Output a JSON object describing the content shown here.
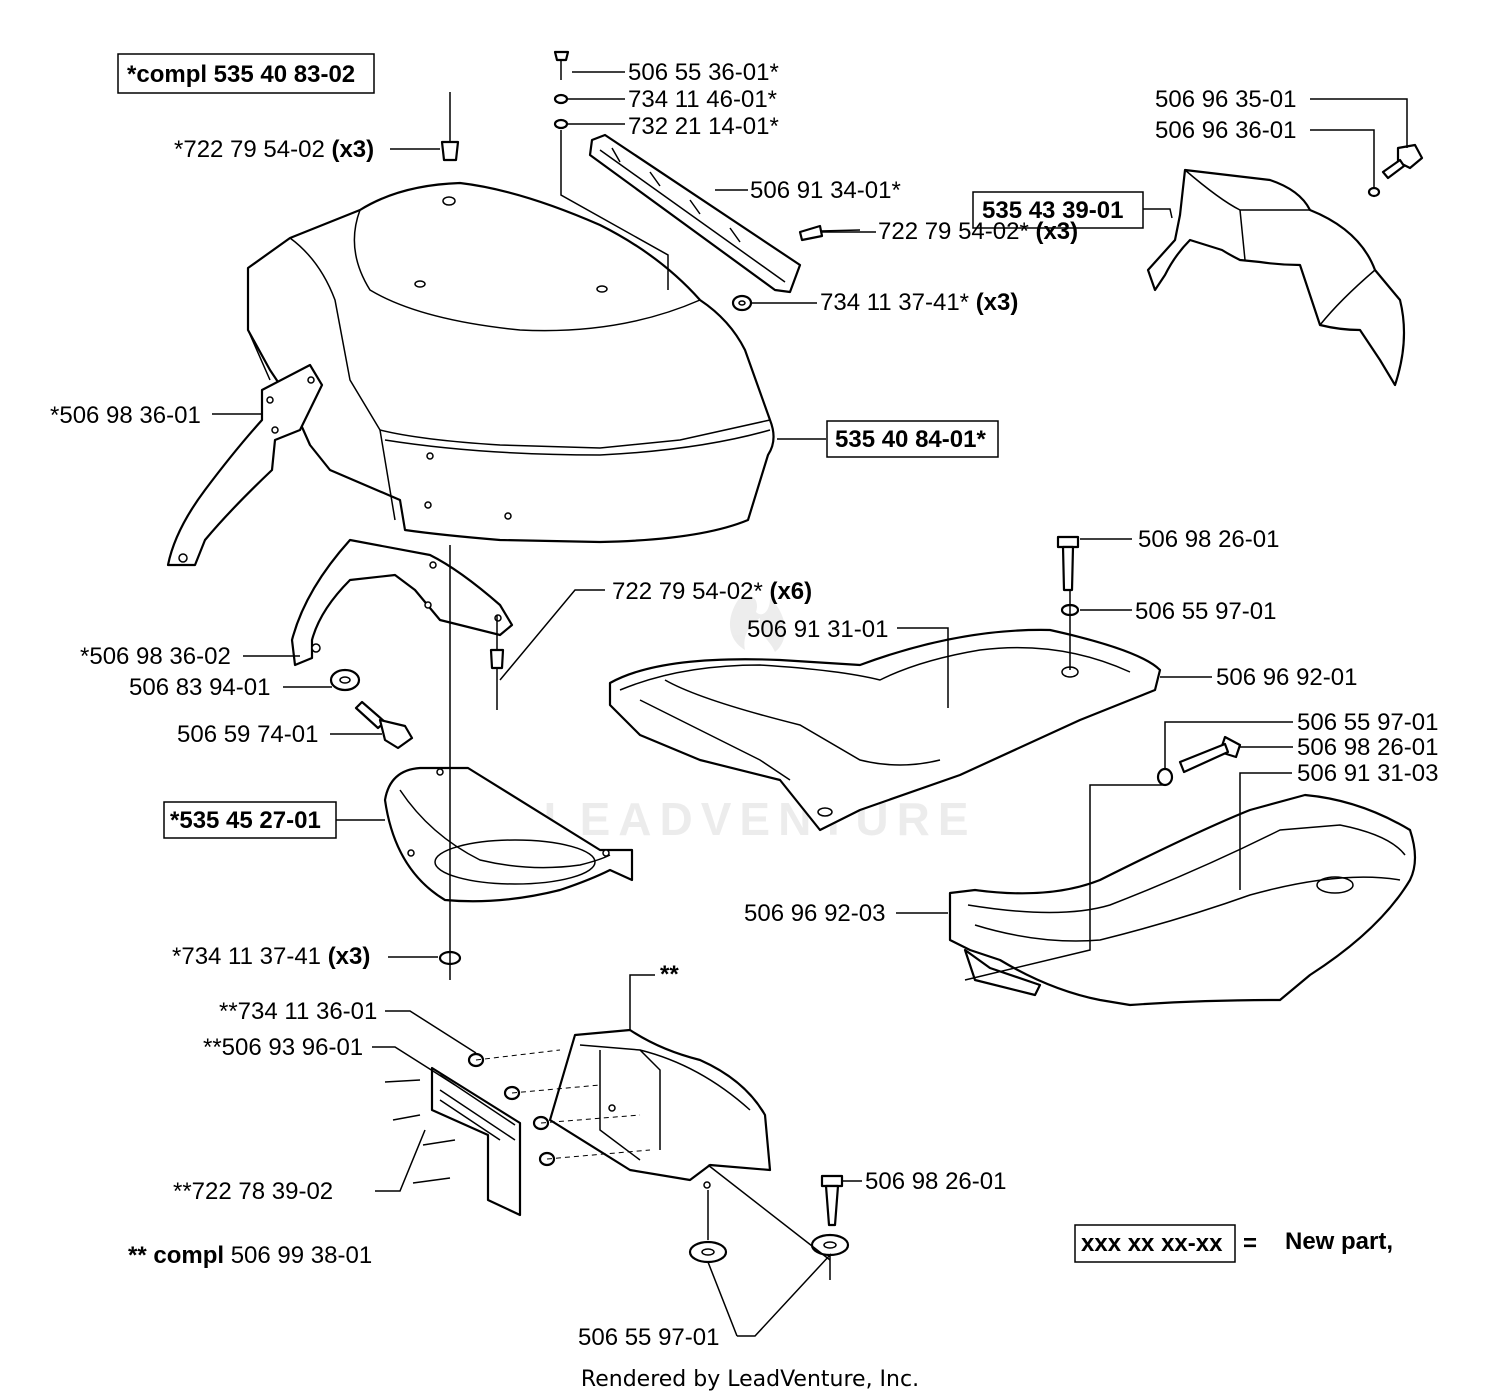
{
  "labels": {
    "compl_535_40_83_02": "*compl 535 40 83-02",
    "p722_79_54_02_x3_top": "*722 79 54-02",
    "x3_a": "(x3)",
    "p506_55_36_01": "506 55 36-01*",
    "p734_11_46_01": "734 11 46-01*",
    "p732_21_14_01": "732 21 14-01*",
    "p506_91_34_01": "506 91 34-01*",
    "p722_79_54_02_grille": "722 79 54-02*",
    "x3_b": "(x3)",
    "p734_11_37_41_top": "734 11 37-41*",
    "x3_c": "(x3)",
    "p506_96_35_01": "506 96 35-01",
    "p506_96_36_01": "506 96 36-01",
    "p535_43_39_01": "535 43 39-01",
    "p506_98_36_01": "*506 98 36-01",
    "p535_40_84_01": "535 40 84-01*",
    "p722_79_54_02_x6": "722 79 54-02*",
    "x6": "(x6)",
    "p506_98_26_01_a": "506 98 26-01",
    "p506_55_97_01_a": "506 55 97-01",
    "p506_91_31_01": "506 91 31-01",
    "p506_96_92_01": "506 96 92-01",
    "p506_98_36_02": "*506 98 36-02",
    "p506_83_94_01": "506 83 94-01",
    "p506_59_74_01": "506 59 74-01",
    "p506_55_97_01_b": "506 55 97-01",
    "p506_98_26_01_b": "506 98 26-01",
    "p506_91_31_03": "506 91 31-03",
    "p535_45_27_01": "*535 45 27-01",
    "p506_96_92_03": "506 96 92-03",
    "p734_11_37_41_bottom": "*734 11 37-41",
    "x3_d": "(x3)",
    "double_star": "**",
    "p734_11_36_01": "**734 11 36-01",
    "p506_93_96_01": "**506 93 96-01",
    "p722_78_39_02": "**722 78 39-02",
    "p506_98_26_01_c": "506 98 26-01",
    "compl_506_99_38_01_prefix": "** compl",
    "compl_506_99_38_01_num": "506 99 38-01",
    "p506_55_97_01_c": "506 55 97-01",
    "legend_box": "xxx xx xx-xx",
    "legend_eq": "=",
    "legend_text": "New part,"
  },
  "footer": "Rendered by LeadVenture, Inc.",
  "watermark": "LEADVENTURE"
}
